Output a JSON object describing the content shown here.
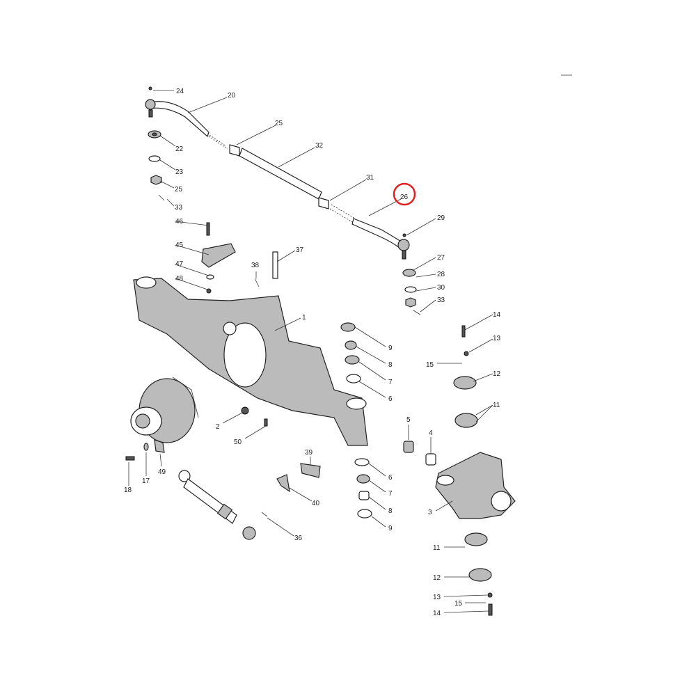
{
  "diagram": {
    "title": "Front axle exploded parts diagram",
    "highlight_color": "#e02020",
    "highlighted_callout": "26",
    "callouts": [
      "24",
      "20",
      "25",
      "22",
      "32",
      "23",
      "25",
      "31",
      "26",
      "33",
      "29",
      "46",
      "37",
      "45",
      "27",
      "38",
      "47",
      "28",
      "48",
      "30",
      "33",
      "1",
      "14",
      "9",
      "13",
      "8",
      "15",
      "12",
      "7",
      "6",
      "11",
      "2",
      "5",
      "4",
      "50",
      "39",
      "18",
      "17",
      "49",
      "6",
      "7",
      "40",
      "8",
      "3",
      "9",
      "36",
      "11",
      "12",
      "13",
      "15",
      "14"
    ]
  }
}
